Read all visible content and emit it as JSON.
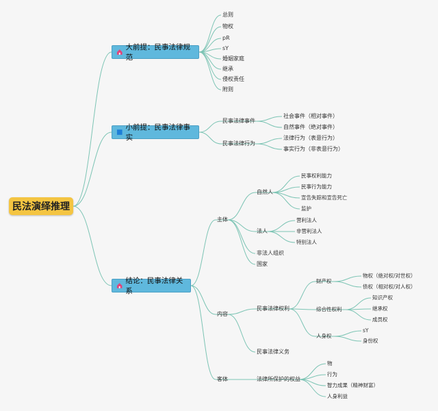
{
  "root": {
    "label": "民法演绎推理"
  },
  "branches": {
    "major": {
      "label": "大前提：民事法律规范",
      "icon": "house-icon",
      "children": [
        "总则",
        "物权",
        "pR",
        "sY",
        "婚姻家庭",
        "继承",
        "侵权责任",
        "附则"
      ]
    },
    "minor": {
      "label": "小前提：民事法律事实",
      "icon": "flag-icon",
      "children": [
        {
          "label": "民事法律事件",
          "children": [
            "社会事件（相对事件）",
            "自然事件（绝对事件）"
          ]
        },
        {
          "label": "民事法律行为",
          "children": [
            "法律行为（表意行为）",
            "事实行为（非表意行为）"
          ]
        }
      ]
    },
    "conclusion": {
      "label": "结论：民事法律关系",
      "icon": "house-icon",
      "children": [
        {
          "label": "主体",
          "children": [
            {
              "label": "自然人",
              "children": [
                "民事权利能力",
                "民事行为能力",
                "宣告失踪和宣告死亡",
                "监护"
              ]
            },
            {
              "label": "法人",
              "children": [
                "营利法人",
                "非营利法人",
                "特别法人"
              ]
            },
            {
              "label": "非法人组织"
            },
            {
              "label": "国家"
            }
          ]
        },
        {
          "label": "内容",
          "children": [
            {
              "label": "民事法律权利",
              "children": [
                {
                  "label": "财产权",
                  "children": [
                    "物权（绝对权/对世权）",
                    "债权（相对权/对人权）"
                  ]
                },
                {
                  "label": "综合性权利",
                  "children": [
                    "知识产权",
                    "继承权",
                    "成员权"
                  ]
                },
                {
                  "label": "人身权",
                  "children": [
                    "sY",
                    "身份权"
                  ]
                }
              ]
            },
            {
              "label": "民事法律义务"
            }
          ]
        },
        {
          "label": "客体",
          "children": [
            {
              "label": "法律所保护的权益",
              "children": [
                "物",
                "行为",
                "智力成果（精神财富）",
                "人身利益"
              ]
            }
          ]
        }
      ]
    }
  },
  "colors": {
    "root_fill": "#f4c542",
    "branch_fill": "#5fb8dd",
    "connector": "#7cc4b4",
    "house_icon": "#e0457b",
    "flag_icon": "#1e7fd8"
  }
}
